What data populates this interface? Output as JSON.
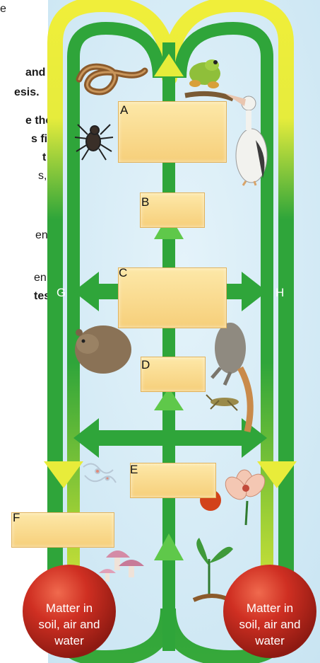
{
  "text_fragments": [
    "e",
    "and",
    "esis.",
    "e the",
    "s fit",
    "t",
    "s,",
    "en,",
    "en,",
    "tes,"
  ],
  "labels": {
    "A": "A",
    "B": "B",
    "C": "C",
    "D": "D",
    "E": "E",
    "F": "F",
    "G": "G",
    "H": "H"
  },
  "soil_balls": [
    {
      "line1": "Matter in",
      "line2": "soil, air and",
      "line3": "water"
    },
    {
      "line1": "Matter in",
      "line2": "soil, air and",
      "line3": "water"
    }
  ],
  "organisms": [
    "snake",
    "frog",
    "spider",
    "pelican",
    "wombat",
    "wallaby",
    "grasshopper",
    "bacteria",
    "flower",
    "tomato",
    "mushrooms",
    "seedling"
  ],
  "colors": {
    "background": "#d6ecf7",
    "arrow_green": "#2fa53a",
    "arrow_yellow": "#e9ec3a",
    "box_fill": "#f8d98d",
    "soil_ball": "#c0281e"
  }
}
